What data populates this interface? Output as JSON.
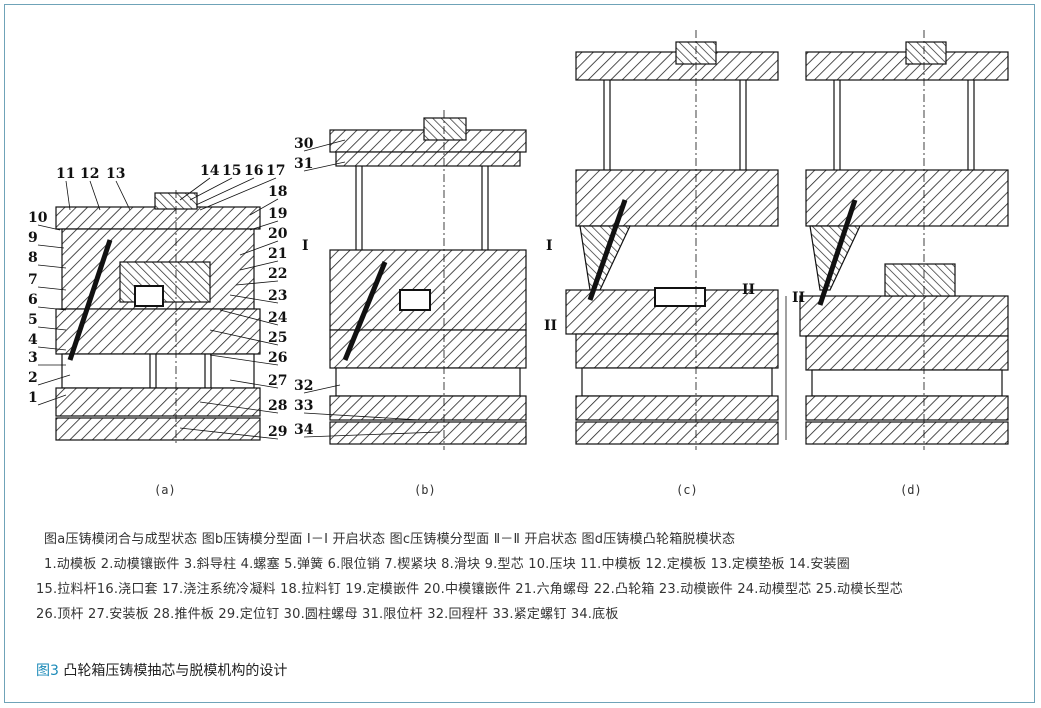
{
  "sublabels": {
    "a": "(a)",
    "b": "(b)",
    "c": "(c)",
    "d": "(d)"
  },
  "callouts": {
    "a": [
      "11",
      "12",
      "13",
      "14",
      "15",
      "16",
      "17",
      "18",
      "19",
      "20",
      "21",
      "22",
      "23",
      "24",
      "25",
      "26",
      "27",
      "28",
      "29",
      "10",
      "9",
      "8",
      "7",
      "6",
      "5",
      "4",
      "3",
      "2",
      "1"
    ],
    "b": [
      "30",
      "31",
      "32",
      "33",
      "34"
    ],
    "sections": {
      "I": "I",
      "II": "II"
    }
  },
  "caption": {
    "states": "图a压铸模闭合与成型状态  图b压铸模分型面 Ⅰ－Ⅰ 开启状态  图c压铸模分型面 Ⅱ－Ⅱ 开启状态  图d压铸模凸轮箱脱模状态",
    "parts_1": "1.动模板 2.动模镶嵌件 3.斜导柱 4.螺塞 5.弹簧 6.限位销 7.楔紧块 8.滑块 9.型芯 10.压块 11.中模板 12.定模板 13.定模垫板 14.安装圈",
    "parts_2": "15.拉料杆16.浇口套 17.浇注系统冷凝料 18.拉料钉 19.定模嵌件 20.中模镶嵌件 21.六角螺母 22.凸轮箱 23.动模嵌件 24.动模型芯 25.动模长型芯",
    "parts_3": "26.顶杆 27.安装板 28.推件板 29.定位钉 30.圆柱螺母 31.限位杆 32.回程杆 33.紧定螺钉 34.底板"
  },
  "figure": {
    "number": "图3",
    "title": " 凸轮箱压铸模抽芯与脱模机构的设计"
  },
  "colors": {
    "border": "#6fa3b8",
    "accent": "#1b8ab8"
  }
}
